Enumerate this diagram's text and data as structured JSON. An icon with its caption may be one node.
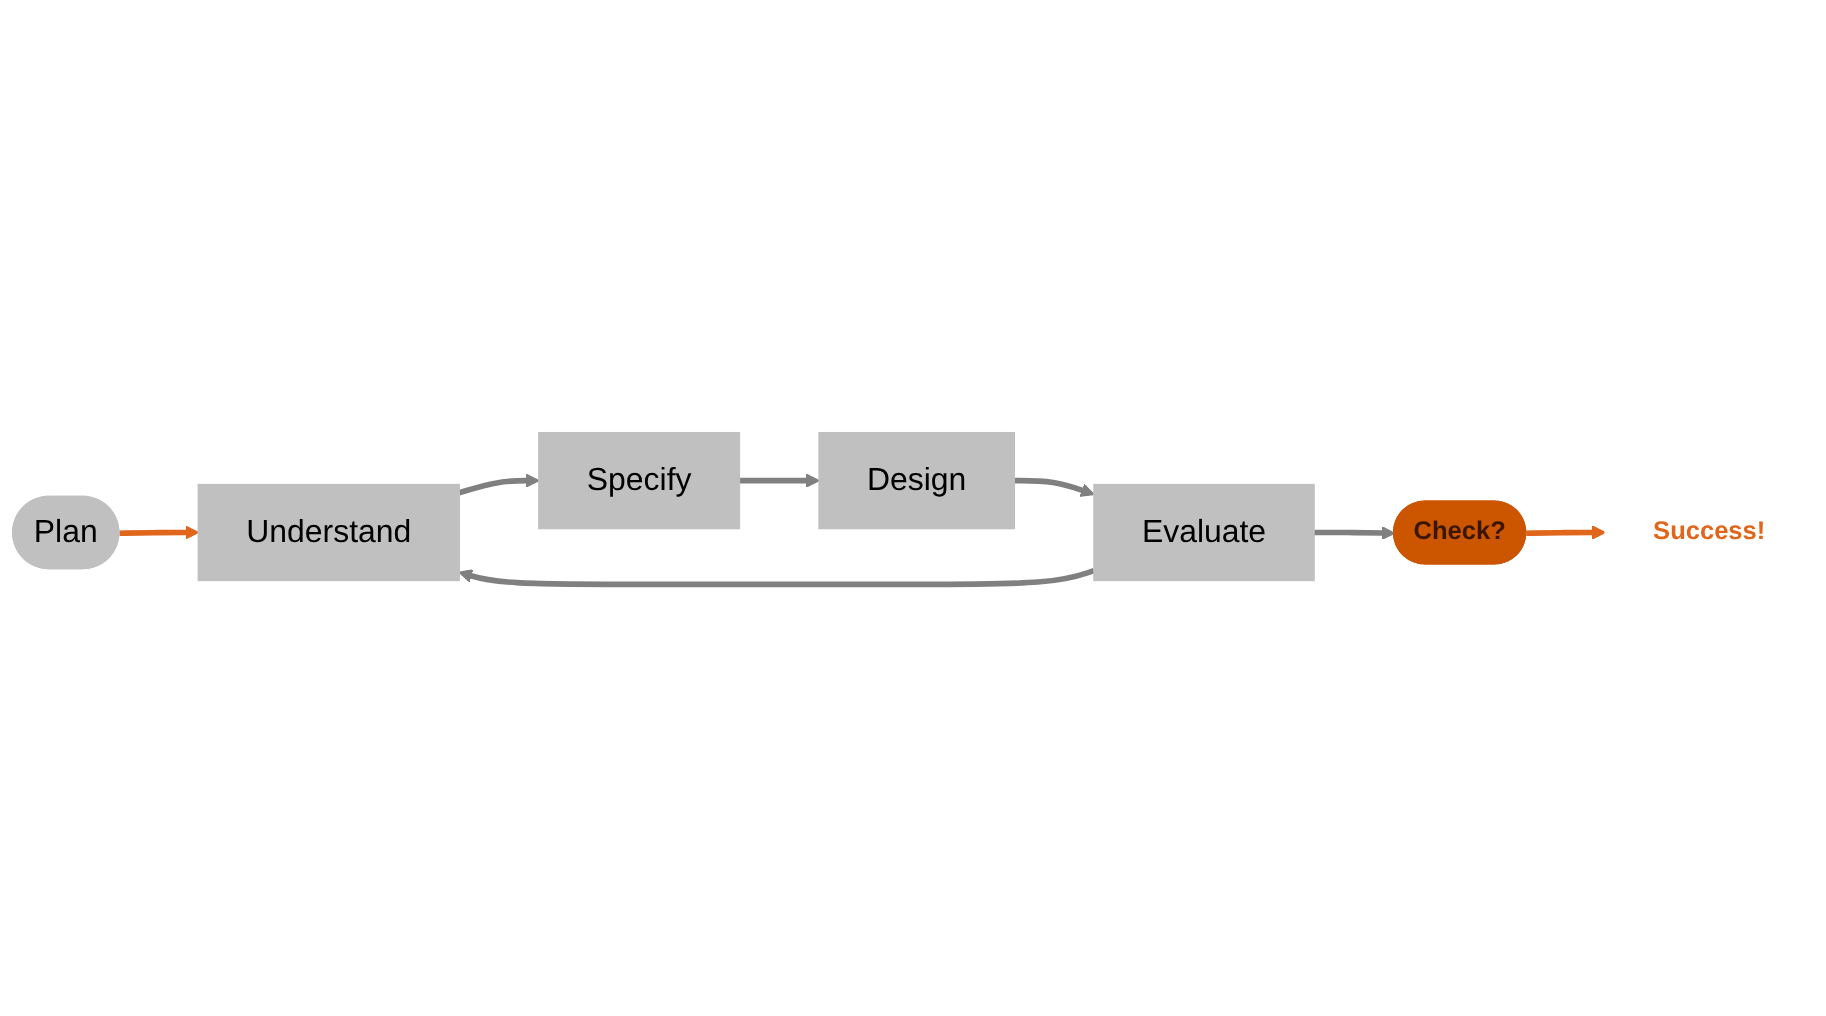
{
  "diagram": {
    "nodes": [
      {
        "text": [
          "Plan"
        ]
      },
      {
        "text": [
          "Understand"
        ]
      },
      {
        "text": [
          "Specify"
        ]
      },
      {
        "text": [
          "Design"
        ]
      },
      {
        "text": [
          "Evaluate"
        ]
      },
      {
        "text": [
          "Check?"
        ]
      },
      {
        "text": [
          "Success!"
        ]
      }
    ],
    "edges": [
      {
        "from": 0,
        "to": 1,
        "arrow": "to",
        "color": "#e0661c"
      },
      {
        "from": 1,
        "to": 2,
        "arrow": "to"
      },
      {
        "from": 2,
        "to": 3,
        "arrow": "to"
      },
      {
        "from": 3,
        "to": 4,
        "arrow": "to"
      },
      {
        "from": 4,
        "to": 1,
        "arrow": "to"
      },
      {
        "from": 4,
        "to": 5,
        "arrow": "to"
      },
      {
        "from": 5,
        "to": 6,
        "arrow": "to",
        "color": "#e0661c"
      }
    ]
  }
}
